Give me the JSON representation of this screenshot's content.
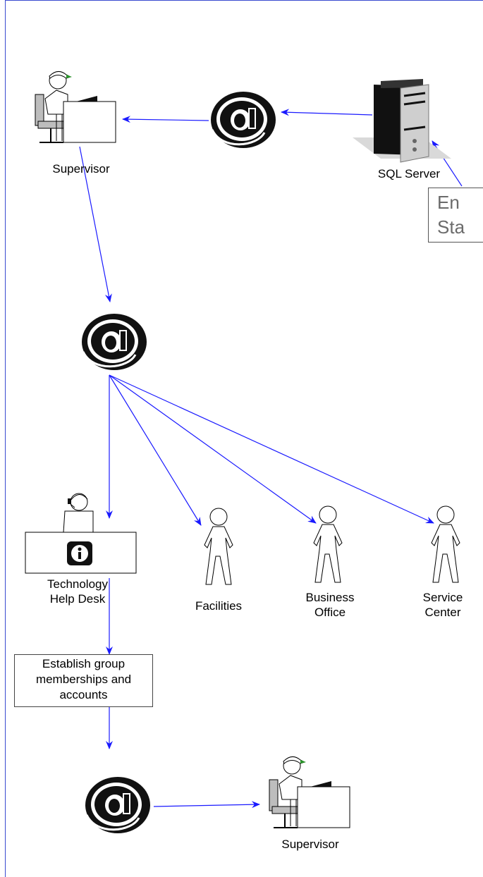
{
  "labels": {
    "supervisor_top": "Supervisor",
    "sql_server": "SQL Server",
    "cut_box": "En\nSta",
    "help_desk": "Technology\nHelp Desk",
    "facilities": "Facilities",
    "business_office": "Business\nOffice",
    "service_center": "Service\nCenter",
    "establish": "Establish group\nmemberships and\naccounts",
    "supervisor_bottom": "Supervisor"
  },
  "colors": {
    "arrow": "#1a1aff",
    "frame": "#3a4bd0",
    "cut_box_text": "#6b6b6b"
  },
  "icons": [
    "supervisor-icon",
    "server-icon",
    "email-icon",
    "help-desk-icon",
    "info-icon",
    "person-icon"
  ]
}
